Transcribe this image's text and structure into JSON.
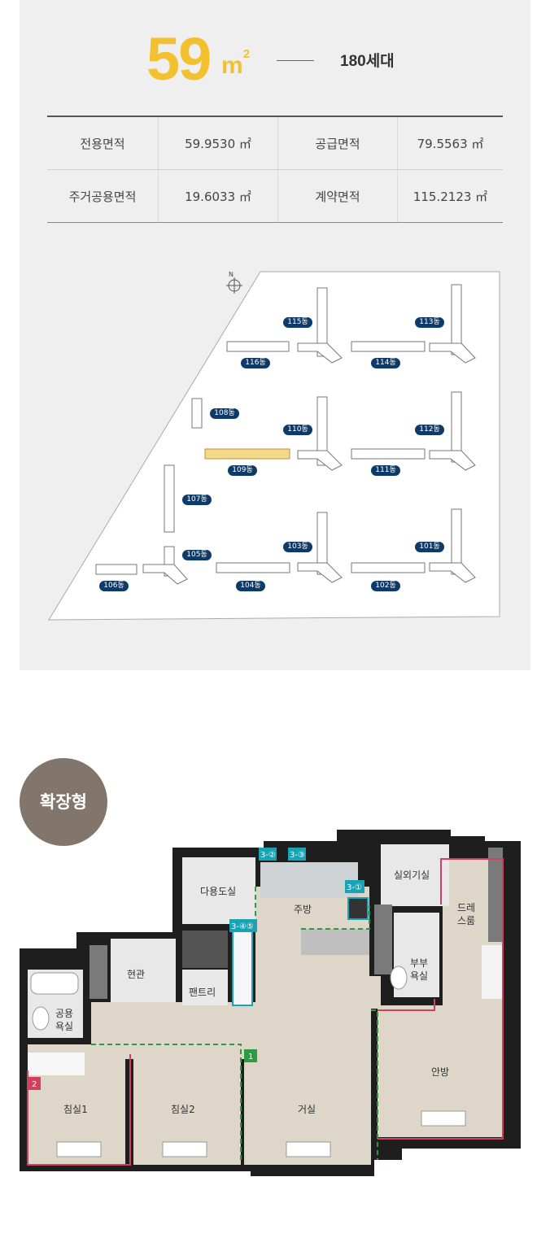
{
  "heading": {
    "size_number": "59",
    "size_unit": "m",
    "size_unit_sup": "2",
    "households": "180세대"
  },
  "area_table": {
    "rows": [
      {
        "label_a": "전용면적",
        "value_a": "59.9530 ㎡",
        "label_b": "공급면적",
        "value_b": "79.5563 ㎡"
      },
      {
        "label_a": "주거공용면적",
        "value_a": "19.6033 ㎡",
        "label_b": "계약면적",
        "value_b": "115.2123 ㎡"
      }
    ]
  },
  "site_map": {
    "compass_label": "N",
    "highlight_color": "#f5d98a",
    "badge_color": "#0e3a69",
    "buildings": [
      {
        "id": "116",
        "label": "116동"
      },
      {
        "id": "115",
        "label": "115동"
      },
      {
        "id": "114",
        "label": "114동"
      },
      {
        "id": "113",
        "label": "113동"
      },
      {
        "id": "108",
        "label": "108동"
      },
      {
        "id": "110",
        "label": "110동"
      },
      {
        "id": "109",
        "label": "109동",
        "highlighted": true
      },
      {
        "id": "112",
        "label": "112동"
      },
      {
        "id": "111",
        "label": "111동"
      },
      {
        "id": "107",
        "label": "107동"
      },
      {
        "id": "105",
        "label": "105동"
      },
      {
        "id": "103",
        "label": "103동"
      },
      {
        "id": "101",
        "label": "101동"
      },
      {
        "id": "106",
        "label": "106동"
      },
      {
        "id": "104",
        "label": "104동"
      },
      {
        "id": "102",
        "label": "102동"
      }
    ]
  },
  "plan": {
    "type_label": "확장형",
    "rooms": {
      "multi_room": "다용도실",
      "kitchen": "주방",
      "outdoor_unit_room": "실외기실",
      "dress_room_line1": "드레",
      "dress_room_line2": "스룸",
      "entrance": "현관",
      "pantry": "팬트리",
      "master_bath_line1": "부부",
      "master_bath_line2": "욕실",
      "common_bath_line1": "공용",
      "common_bath_line2": "욕실",
      "bedroom1": "침실1",
      "bedroom2": "침실2",
      "living_room": "거실",
      "master_bedroom": "안방"
    },
    "option_markers": {
      "m3_2": "3-②",
      "m3_3": "3-③",
      "m3_1": "3-①",
      "m3_45": "3-④⑤",
      "m1": "1",
      "m2": "2"
    },
    "colors": {
      "option_teal": "#1aa3b5",
      "expansion_green": "#2e9a43",
      "boundary_pink": "#d0415f",
      "floor": "#ddd6c9",
      "wall": "#1e1e1e"
    }
  }
}
